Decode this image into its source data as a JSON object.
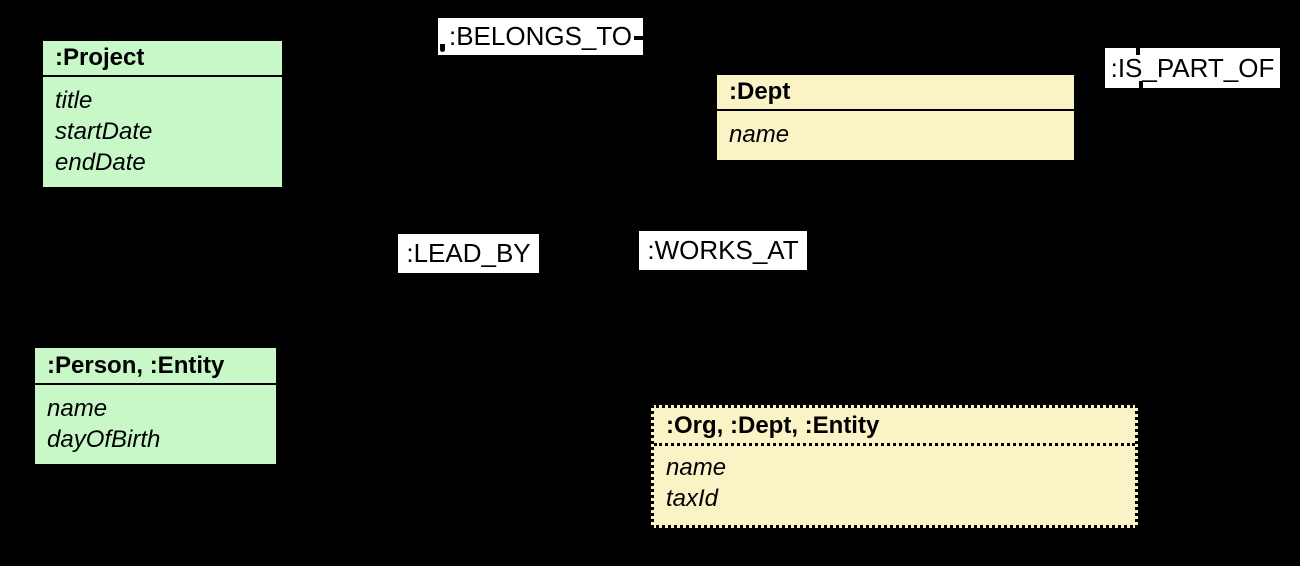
{
  "canvas": {
    "background": "#000000"
  },
  "colors": {
    "node_green": "#c8f8c8",
    "node_yellow": "#faf3c6",
    "node_border": "#000000",
    "label_bg": "#ffffff",
    "label_text": "#000000"
  },
  "nodes": [
    {
      "id": "project",
      "header": ":Project",
      "attributes": [
        "title",
        "startDate",
        "endDate"
      ],
      "fill": "#c8f8c8",
      "border_style": "solid"
    },
    {
      "id": "dept",
      "header": ":Dept",
      "attributes": [
        "name"
      ],
      "fill": "#faf3c6",
      "border_style": "solid"
    },
    {
      "id": "person",
      "header": ":Person, :Entity",
      "attributes": [
        "name",
        "dayOfBirth"
      ],
      "fill": "#c8f8c8",
      "border_style": "solid"
    },
    {
      "id": "org",
      "header": ":Org, :Dept, :Entity",
      "attributes": [
        "name",
        "taxId"
      ],
      "fill": "#faf3c6",
      "border_style": "dotted"
    }
  ],
  "relationships": [
    {
      "id": "belongs-to",
      "label": ":BELONGS_TO"
    },
    {
      "id": "is-part-of",
      "label": ":IS_PART_OF"
    },
    {
      "id": "lead-by",
      "label": ":LEAD_BY"
    },
    {
      "id": "works-at",
      "label": ":WORKS_AT"
    }
  ]
}
